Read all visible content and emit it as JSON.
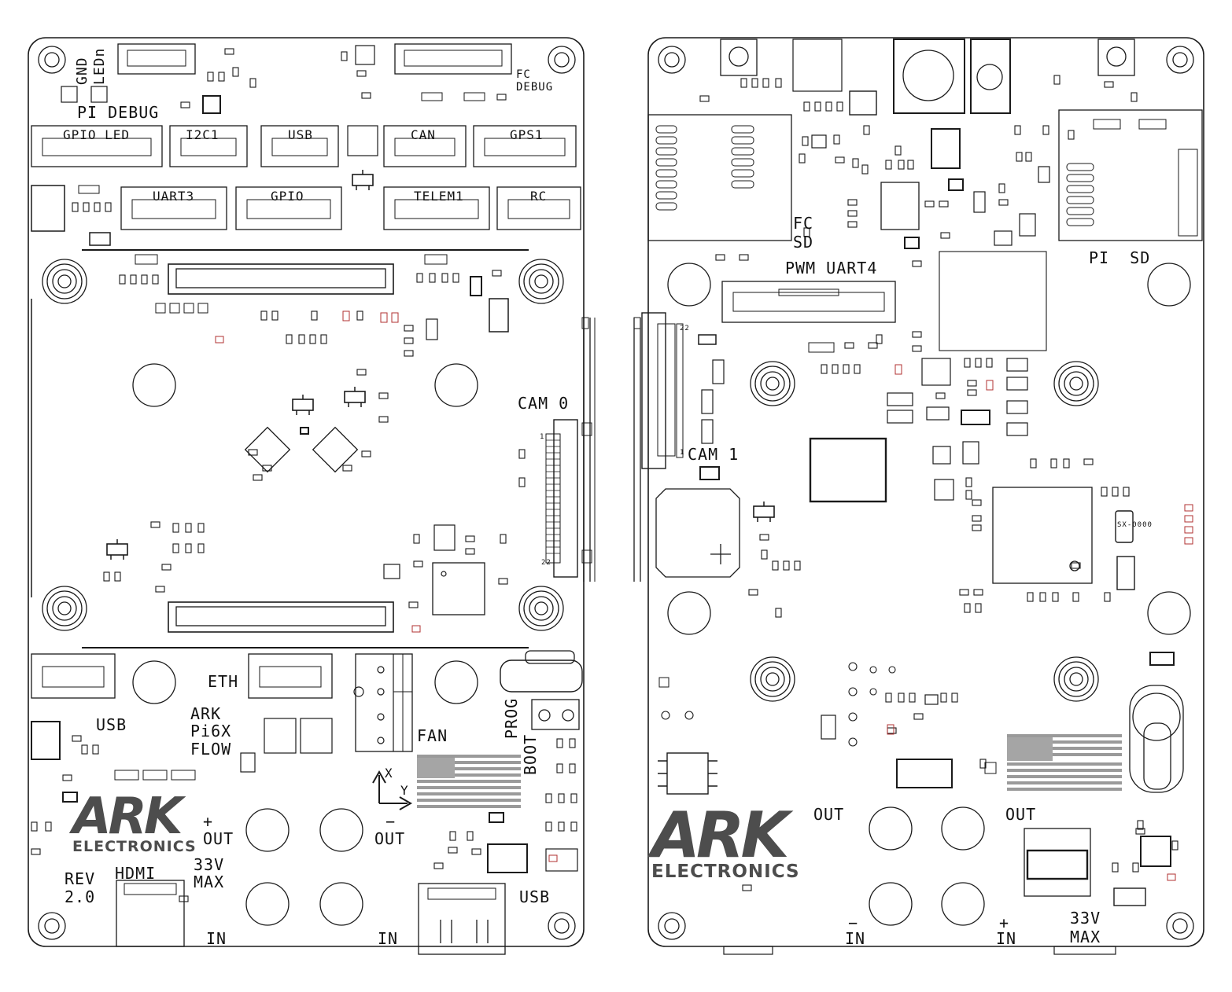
{
  "left_board": {
    "debug_labels": {
      "gnd": "GND",
      "led": "LEDn",
      "pi_debug": "PI DEBUG",
      "fc_debug_1": "FC",
      "fc_debug_2": "DEBUG"
    },
    "connectors_row1": [
      "GPIO LED",
      "I2C1",
      "USB",
      "CAN",
      "GPS1"
    ],
    "connectors_row2": [
      "UART3",
      "GPIO",
      "TELEM1",
      "RC"
    ],
    "cam_label": "CAM 0",
    "cam_pin_first": "1",
    "cam_pin_last": "22",
    "eth_label": "ETH",
    "usb_left_label": "USB",
    "product_lines": [
      "ARK",
      "Pi6X",
      "FLOW"
    ],
    "fan_label": "FAN",
    "prog_label": "PROG",
    "boot_label": "BOOT",
    "axis_x": "X",
    "axis_y": "Y",
    "plus_sign": "+",
    "minus_sign": "−",
    "out_left": "OUT",
    "out_right": "OUT",
    "voltage_1": "33V",
    "voltage_2": "MAX",
    "rev_1": "REV",
    "rev_2": "2.0",
    "hdmi_label": "HDMI",
    "in_left": "IN",
    "in_right": "IN",
    "usb_bottom_label": "USB",
    "logo_letters": "ARK",
    "logo_word": "ELECTRONICS"
  },
  "right_board": {
    "fc_sd_1": "FC",
    "fc_sd_2": "SD",
    "pi_sd": "PI  SD",
    "pwm_uart4": "PWM UART4",
    "cam_label": "CAM 1",
    "cam_pin_first": "1",
    "cam_pin_last": "22",
    "out_left": "OUT",
    "out_right": "OUT",
    "minus_sign": "−",
    "plus_sign": "+",
    "in_left": "IN",
    "in_right": "IN",
    "voltage_1": "33V",
    "voltage_2": "MAX",
    "logo_letters": "ARK",
    "logo_word": "ELECTRONICS",
    "chip_marking": "SX-0000"
  },
  "colors": {
    "outline": "#1a1a1a",
    "logo_gray": "#4d4d4d",
    "flag_gray": "#9a9a9a",
    "marker_red": "#b03030"
  }
}
